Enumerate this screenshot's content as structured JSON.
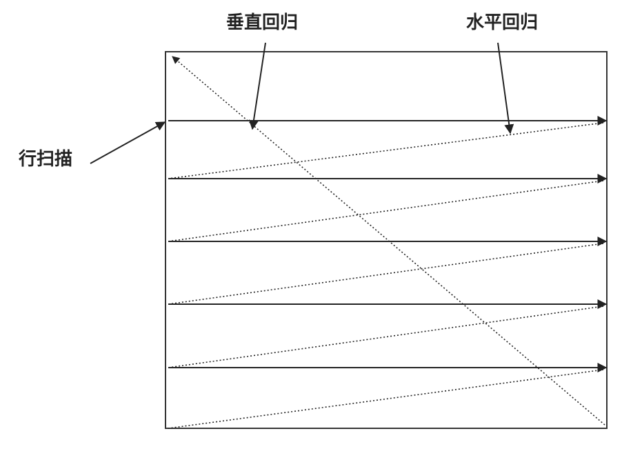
{
  "labels": {
    "vertical_retrace": "垂直回归",
    "horizontal_retrace": "水平回归",
    "line_scan": "行扫描"
  },
  "diagram": {
    "scan_line_count": 5,
    "colors": {
      "stroke": "#222222",
      "frame": "#333333",
      "background": "#ffffff"
    }
  }
}
